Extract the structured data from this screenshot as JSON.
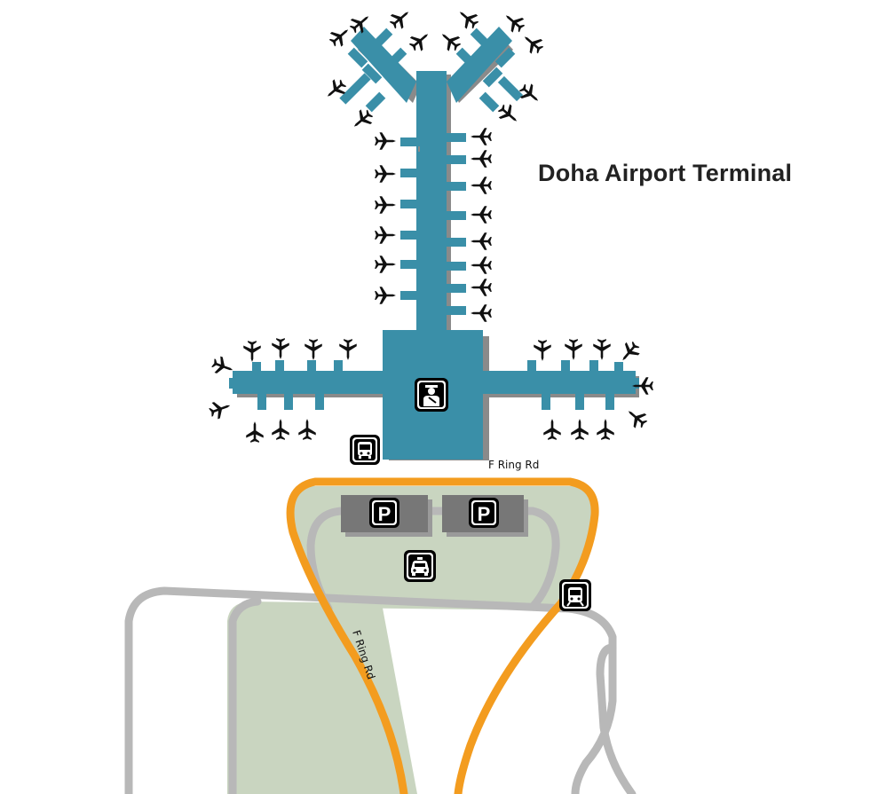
{
  "title": "Doha Airport Terminal",
  "roads": {
    "top_label": "F Ring Rd",
    "side_label": "F Ring Rd"
  },
  "icons": {
    "parking_left": "P",
    "parking_right": "P"
  },
  "colors": {
    "terminal": "#3a8fa8",
    "terminal_shadow": "#8a8a8a",
    "ring_road": "#f39c1f",
    "service_road": "#b8b8b8",
    "green_area": "#c9d5c0",
    "parking_block": "#777777",
    "icon_bg": "#000000"
  }
}
